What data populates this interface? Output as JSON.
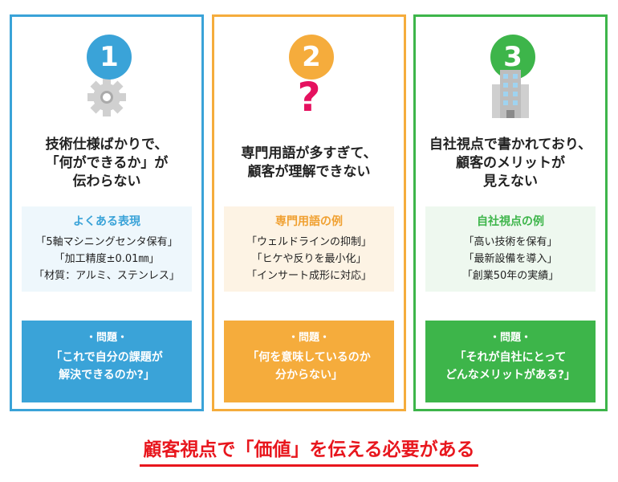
{
  "colors": {
    "blue": "#3aa3d8",
    "orange": "#f5ac3c",
    "green": "#3db54a",
    "red": "#e8161d"
  },
  "cards": [
    {
      "number": "1",
      "icon": "gear-icon",
      "title": "技術仕様ばかりで、\n「何ができるか」が\n伝わらない",
      "example_heading": "よくある表現",
      "examples": [
        "「5軸マシニングセンタ保有」",
        "「加工精度±0.01㎜」",
        "「材質：アルミ、ステンレス」"
      ],
      "problem_heading": "・問題・",
      "problem_text": "「これで自分の課題が\n解決できるのか?」"
    },
    {
      "number": "2",
      "icon": "question-mark-icon",
      "title": "専門用語が多すぎて、\n顧客が理解できない",
      "example_heading": "専門用語の例",
      "examples": [
        "「ウェルドラインの抑制」",
        "「ヒケや反りを最小化」",
        "「インサート成形に対応」"
      ],
      "problem_heading": "・問題・",
      "problem_text": "「何を意味しているのか\n分からない」"
    },
    {
      "number": "3",
      "icon": "building-icon",
      "title": "自社視点で書かれており、\n顧客のメリットが\n見えない",
      "example_heading": "自社視点の例",
      "examples": [
        "「高い技術を保有」",
        "「最新設備を導入」",
        "「創業50年の実績」"
      ],
      "problem_heading": "・問題・",
      "problem_text": "「それが自社にとって\nどんなメリットがある?」"
    }
  ],
  "conclusion": "顧客視点で「価値」を伝える必要がある"
}
